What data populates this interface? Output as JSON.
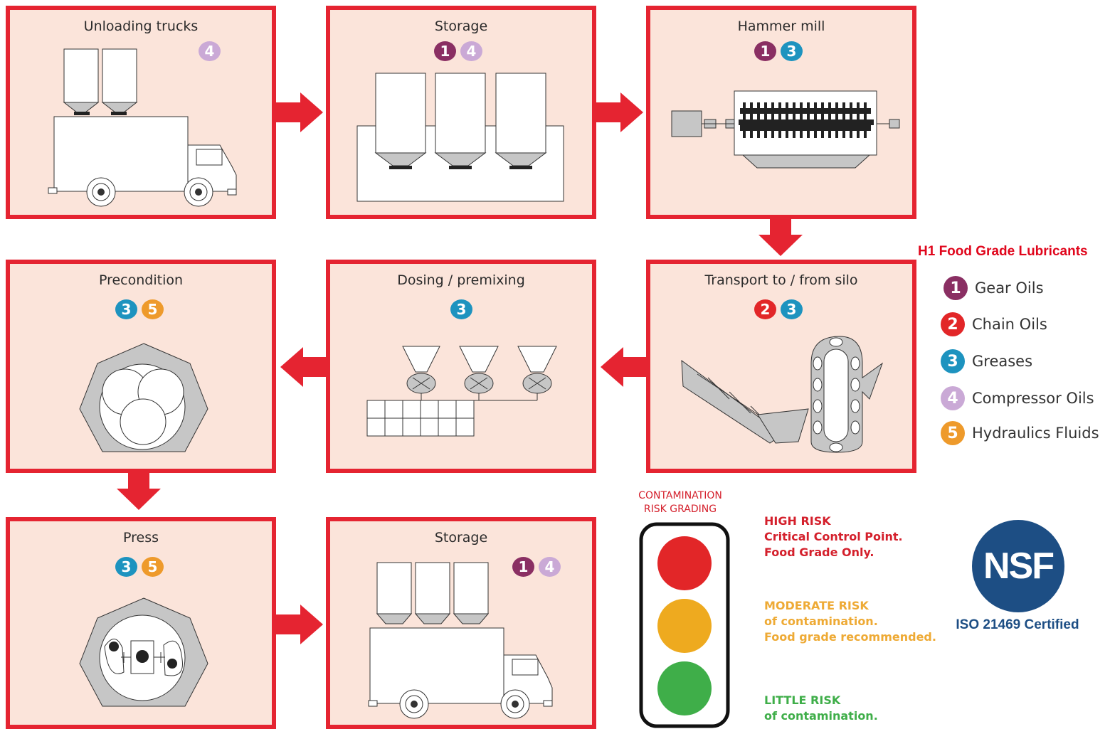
{
  "stages": [
    {
      "title": "Unloading trucks",
      "badges": [
        "4"
      ]
    },
    {
      "title": "Storage",
      "badges": [
        "1",
        "4"
      ]
    },
    {
      "title": "Hammer mill",
      "badges": [
        "1",
        "3"
      ]
    },
    {
      "title": "Transport to / from silo",
      "badges": [
        "2",
        "3"
      ]
    },
    {
      "title": "Dosing / premixing",
      "badges": [
        "3"
      ]
    },
    {
      "title": "Precondition",
      "badges": [
        "3",
        "5"
      ]
    },
    {
      "title": "Press",
      "badges": [
        "3",
        "5"
      ]
    },
    {
      "title": "Storage",
      "badges": [
        "1",
        "4"
      ]
    }
  ],
  "legend": {
    "title": "H1 Food Grade Lubricants",
    "items": [
      {
        "num": "1",
        "label": "Gear Oils",
        "color": "#8a2f63"
      },
      {
        "num": "2",
        "label": "Chain Oils",
        "color": "#e22628"
      },
      {
        "num": "3",
        "label": "Greases",
        "color": "#1d93bf"
      },
      {
        "num": "4",
        "label": "Compressor Oils",
        "color": "#caa9d6"
      },
      {
        "num": "5",
        "label": "Hydraulics Fluids",
        "color": "#ee9a2b"
      }
    ]
  },
  "risk": {
    "heading_line1": "CONTAMINATION",
    "heading_line2": "RISK GRADING",
    "high": {
      "line1": "HIGH RISK",
      "line2": "Critical Control Point.",
      "line3": "Food Grade Only.",
      "color": "#d4202c"
    },
    "moderate": {
      "line1": "MODERATE RISK",
      "line2": "of contamination.",
      "line3": "Food grade recommended.",
      "color": "#eeaa35"
    },
    "little": {
      "line1": "LITTLE RISK",
      "line2": "of contamination.",
      "color": "#3fae49"
    }
  },
  "certification": {
    "logo_text": "NSF",
    "label": "ISO 21469 Certified"
  },
  "colors": {
    "accent": "#e52431",
    "panel": "#fbe4da",
    "grey": "#c6c6c6"
  }
}
